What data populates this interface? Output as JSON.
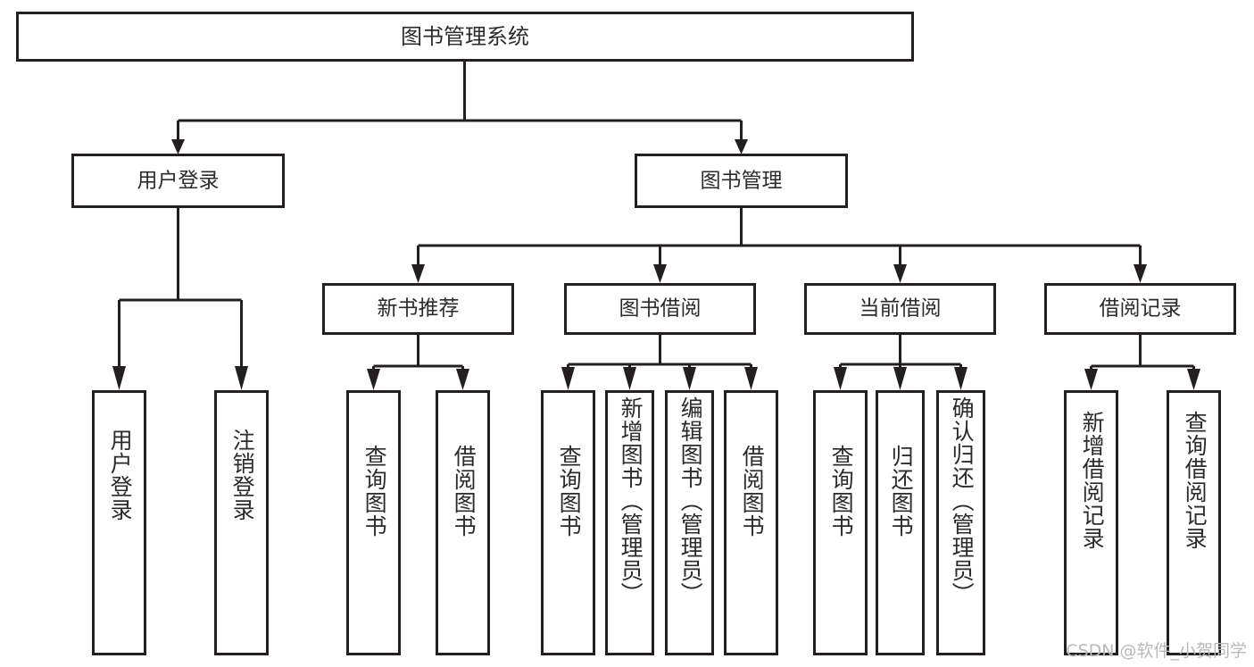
{
  "diagram": {
    "title": "图书管理系统",
    "type": "tree-hierarchy",
    "root": {
      "id": "root",
      "label": "图书管理系统"
    },
    "level2": [
      {
        "id": "user-login",
        "label": "用户登录"
      },
      {
        "id": "book-manage",
        "label": "图书管理"
      }
    ],
    "level3": [
      {
        "id": "new-book-recommend",
        "label": "新书推荐",
        "parent": "book-manage"
      },
      {
        "id": "book-borrow",
        "label": "图书借阅",
        "parent": "book-manage"
      },
      {
        "id": "current-borrow",
        "label": "当前借阅",
        "parent": "book-manage"
      },
      {
        "id": "borrow-record",
        "label": "借阅记录",
        "parent": "book-manage"
      }
    ],
    "leaves": {
      "user-login": [
        {
          "id": "leaf-user-login",
          "label": "用户登录"
        },
        {
          "id": "leaf-user-logout",
          "label": "注销登录"
        }
      ],
      "new-book-recommend": [
        {
          "id": "leaf-query-book-1",
          "label": "查询图书"
        },
        {
          "id": "leaf-borrow-book-1",
          "label": "借阅图书"
        }
      ],
      "book-borrow": [
        {
          "id": "leaf-query-book-2",
          "label": "查询图书"
        },
        {
          "id": "leaf-add-book",
          "label": "新增图书（管理员）"
        },
        {
          "id": "leaf-edit-book",
          "label": "编辑图书（管理员）"
        },
        {
          "id": "leaf-borrow-book-2",
          "label": "借阅图书"
        }
      ],
      "current-borrow": [
        {
          "id": "leaf-query-book-3",
          "label": "查询图书"
        },
        {
          "id": "leaf-return-book",
          "label": "归还图书"
        },
        {
          "id": "leaf-confirm-return",
          "label": "确认归还（管理员）"
        }
      ],
      "borrow-record": [
        {
          "id": "leaf-add-record",
          "label": "新增借阅记录"
        },
        {
          "id": "leaf-query-record",
          "label": "查询借阅记录"
        }
      ]
    }
  },
  "watermark": {
    "text": "CSDN @软件_小贺同学"
  },
  "colors": {
    "stroke": "#231f20",
    "box_fill": "#ffffff",
    "text": "#2b2b2b",
    "watermark": "#b9b9b9",
    "background": "#ffffff"
  }
}
